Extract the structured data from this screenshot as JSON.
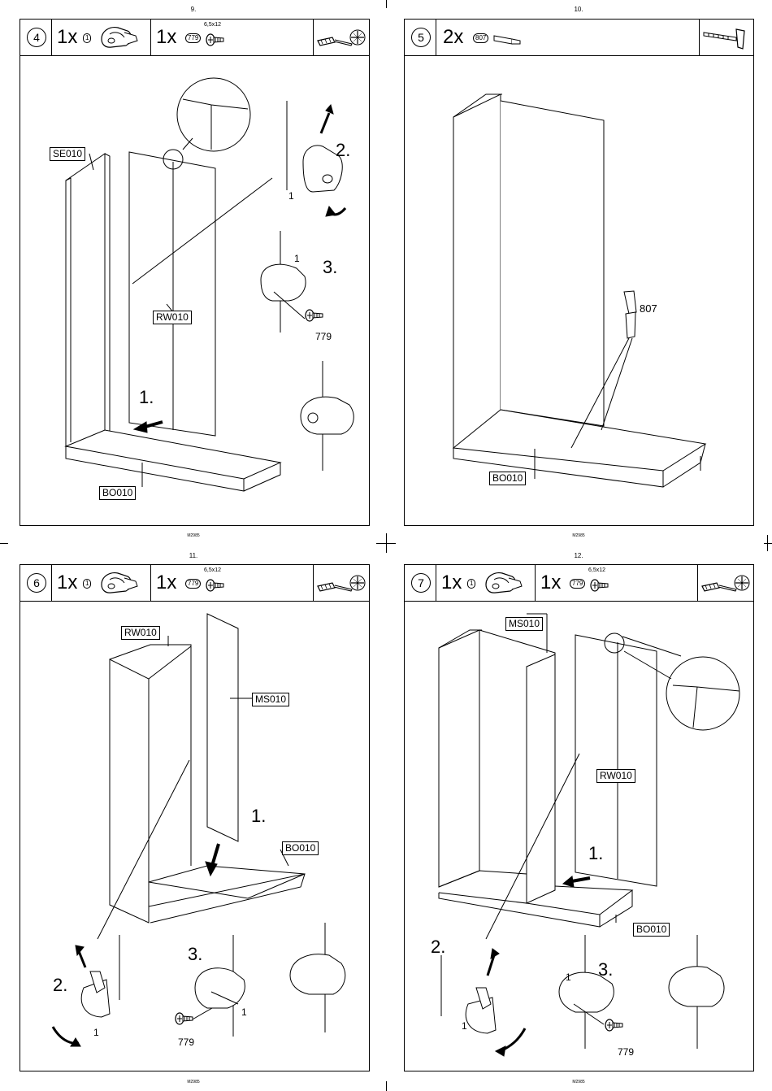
{
  "pages": [
    {
      "page": "9.",
      "step": "4",
      "qty1": "1x",
      "part1": "1",
      "qty2": "1x",
      "part2": "779",
      "size2": "6,5x12",
      "labels": {
        "a": "SE010",
        "b": "RW010",
        "c": "BO010"
      },
      "numbers": {
        "n1": "1.",
        "n2": "2.",
        "n3": "3.",
        "s1": "1",
        "s2": "1",
        "s3": "779"
      }
    },
    {
      "page": "10.",
      "step": "5",
      "qty1": "2x",
      "part1": "807",
      "labels": {
        "a": "BO010",
        "b": "807"
      }
    },
    {
      "page": "11.",
      "step": "6",
      "qty1": "1x",
      "part1": "1",
      "qty2": "1x",
      "part2": "779",
      "size2": "6,5x12",
      "labels": {
        "a": "RW010",
        "b": "MS010",
        "c": "BO010"
      },
      "numbers": {
        "n1": "1.",
        "n2": "2.",
        "n3": "3.",
        "s1": "1",
        "s2": "1",
        "s3": "779"
      }
    },
    {
      "page": "12.",
      "step": "7",
      "qty1": "1x",
      "part1": "1",
      "qty2": "1x",
      "part2": "779",
      "size2": "6,5x12",
      "labels": {
        "a": "MS010",
        "b": "RW010",
        "c": "BO010"
      },
      "numbers": {
        "n1": "1.",
        "n2": "2.",
        "n3": "3.",
        "s1": "1",
        "s2": "1",
        "s3": "779"
      }
    }
  ],
  "footer_code": "M2985",
  "icons": [
    "screwdriver-icon",
    "pozidriv-head-icon",
    "hammer-icon",
    "bracket-1-icon",
    "screw-779-icon",
    "dowel-807-icon"
  ]
}
